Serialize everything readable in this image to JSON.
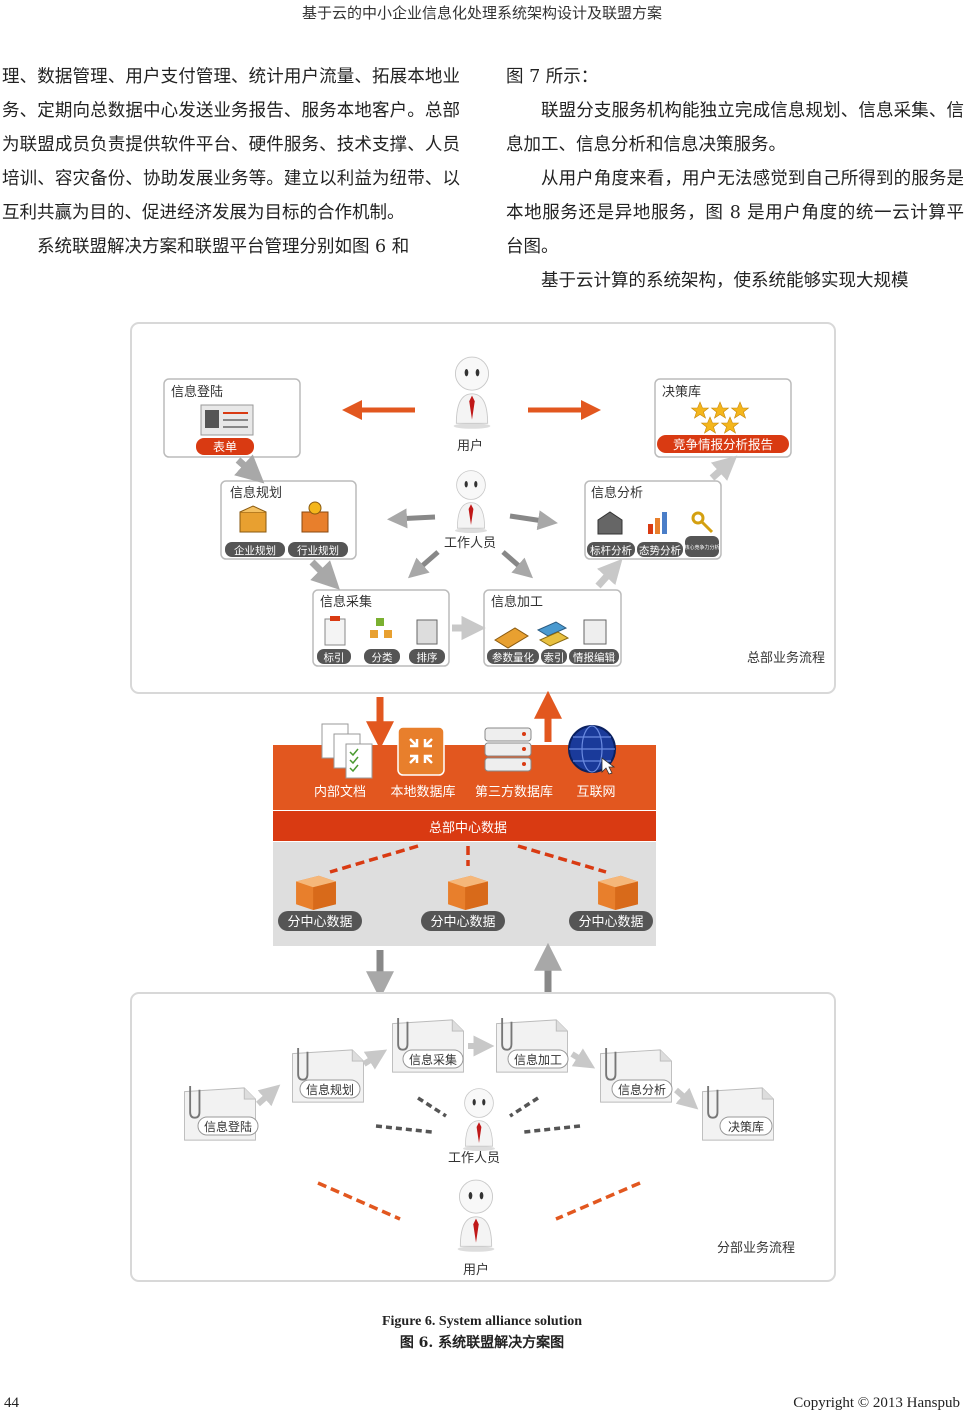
{
  "header": "基于云的中小企业信息化处理系统架构设计及联盟方案",
  "left_paragraphs": [
    {
      "indent": false,
      "text": "理、数据管理、用户支付管理、统计用户流量、拓展本地业务、定期向总数据中心发送业务报告、服务本地客户。总部为联盟成员负责提供软件平台、硬件服务、技术支撑、人员培训、容灾备份、协助发展业务等。建立以利益为纽带、以互利共赢为目的、促进经济发展为目标的合作机制。"
    },
    {
      "indent": true,
      "text": "系统联盟解决方案和联盟平台管理分别如图 6 和"
    }
  ],
  "right_paragraphs": [
    {
      "indent": false,
      "text": "图 7 所示："
    },
    {
      "indent": true,
      "text": "联盟分支服务机构能独立完成信息规划、信息采集、信息加工、信息分析和信息决策服务。"
    },
    {
      "indent": true,
      "text": "从用户角度来看，用户无法感觉到自己所得到的服务是本地服务还是异地服务，图 8 是用户角度的统一云计算平台图。"
    },
    {
      "indent": true,
      "text": "基于云计算的系统架构，使系统能够实现大规模"
    }
  ],
  "figure": {
    "top_panel": {
      "label": "总部业务流程",
      "user_label": "用户",
      "worker_label": "工作人员",
      "login": {
        "title": "信息登陆",
        "tags": [
          "表单"
        ]
      },
      "decision": {
        "title": "决策库",
        "tags": [
          "竞争情报分析报告"
        ]
      },
      "planning": {
        "title": "信息规划",
        "tags": [
          "企业规划",
          "行业规划"
        ]
      },
      "analysis": {
        "title": "信息分析",
        "tags": [
          "标杆分析",
          "态势分析",
          "核心竞争力分析"
        ]
      },
      "collection": {
        "title": "信息采集",
        "tags": [
          "标引",
          "分类",
          "排序"
        ]
      },
      "processing": {
        "title": "信息加工",
        "tags": [
          "参数量化",
          "索引",
          "情报编辑"
        ]
      }
    },
    "middle": {
      "sources": [
        "内部文档",
        "本地数据库",
        "第三方数据库",
        "互联网"
      ],
      "hq_data": "总部中心数据",
      "branch_data": [
        "分中心数据",
        "分中心数据",
        "分中心数据"
      ]
    },
    "bottom_panel": {
      "label": "分部业务流程",
      "user_label": "用户",
      "worker_label": "工作人员",
      "steps": [
        "信息登陆",
        "信息规划",
        "信息采集",
        "信息加工",
        "信息分析",
        "决策库"
      ]
    },
    "colors": {
      "orange": "#e2571f",
      "red": "#d93a12",
      "gray_arrow": "#aaaaaa",
      "box": "#f6ad6b"
    }
  },
  "caption_en": "Figure 6. System alliance solution",
  "caption_cn": "图 6.  系统联盟解决方案图",
  "page_number": "44",
  "copyright": "Copyright © 2013 Hanspub"
}
